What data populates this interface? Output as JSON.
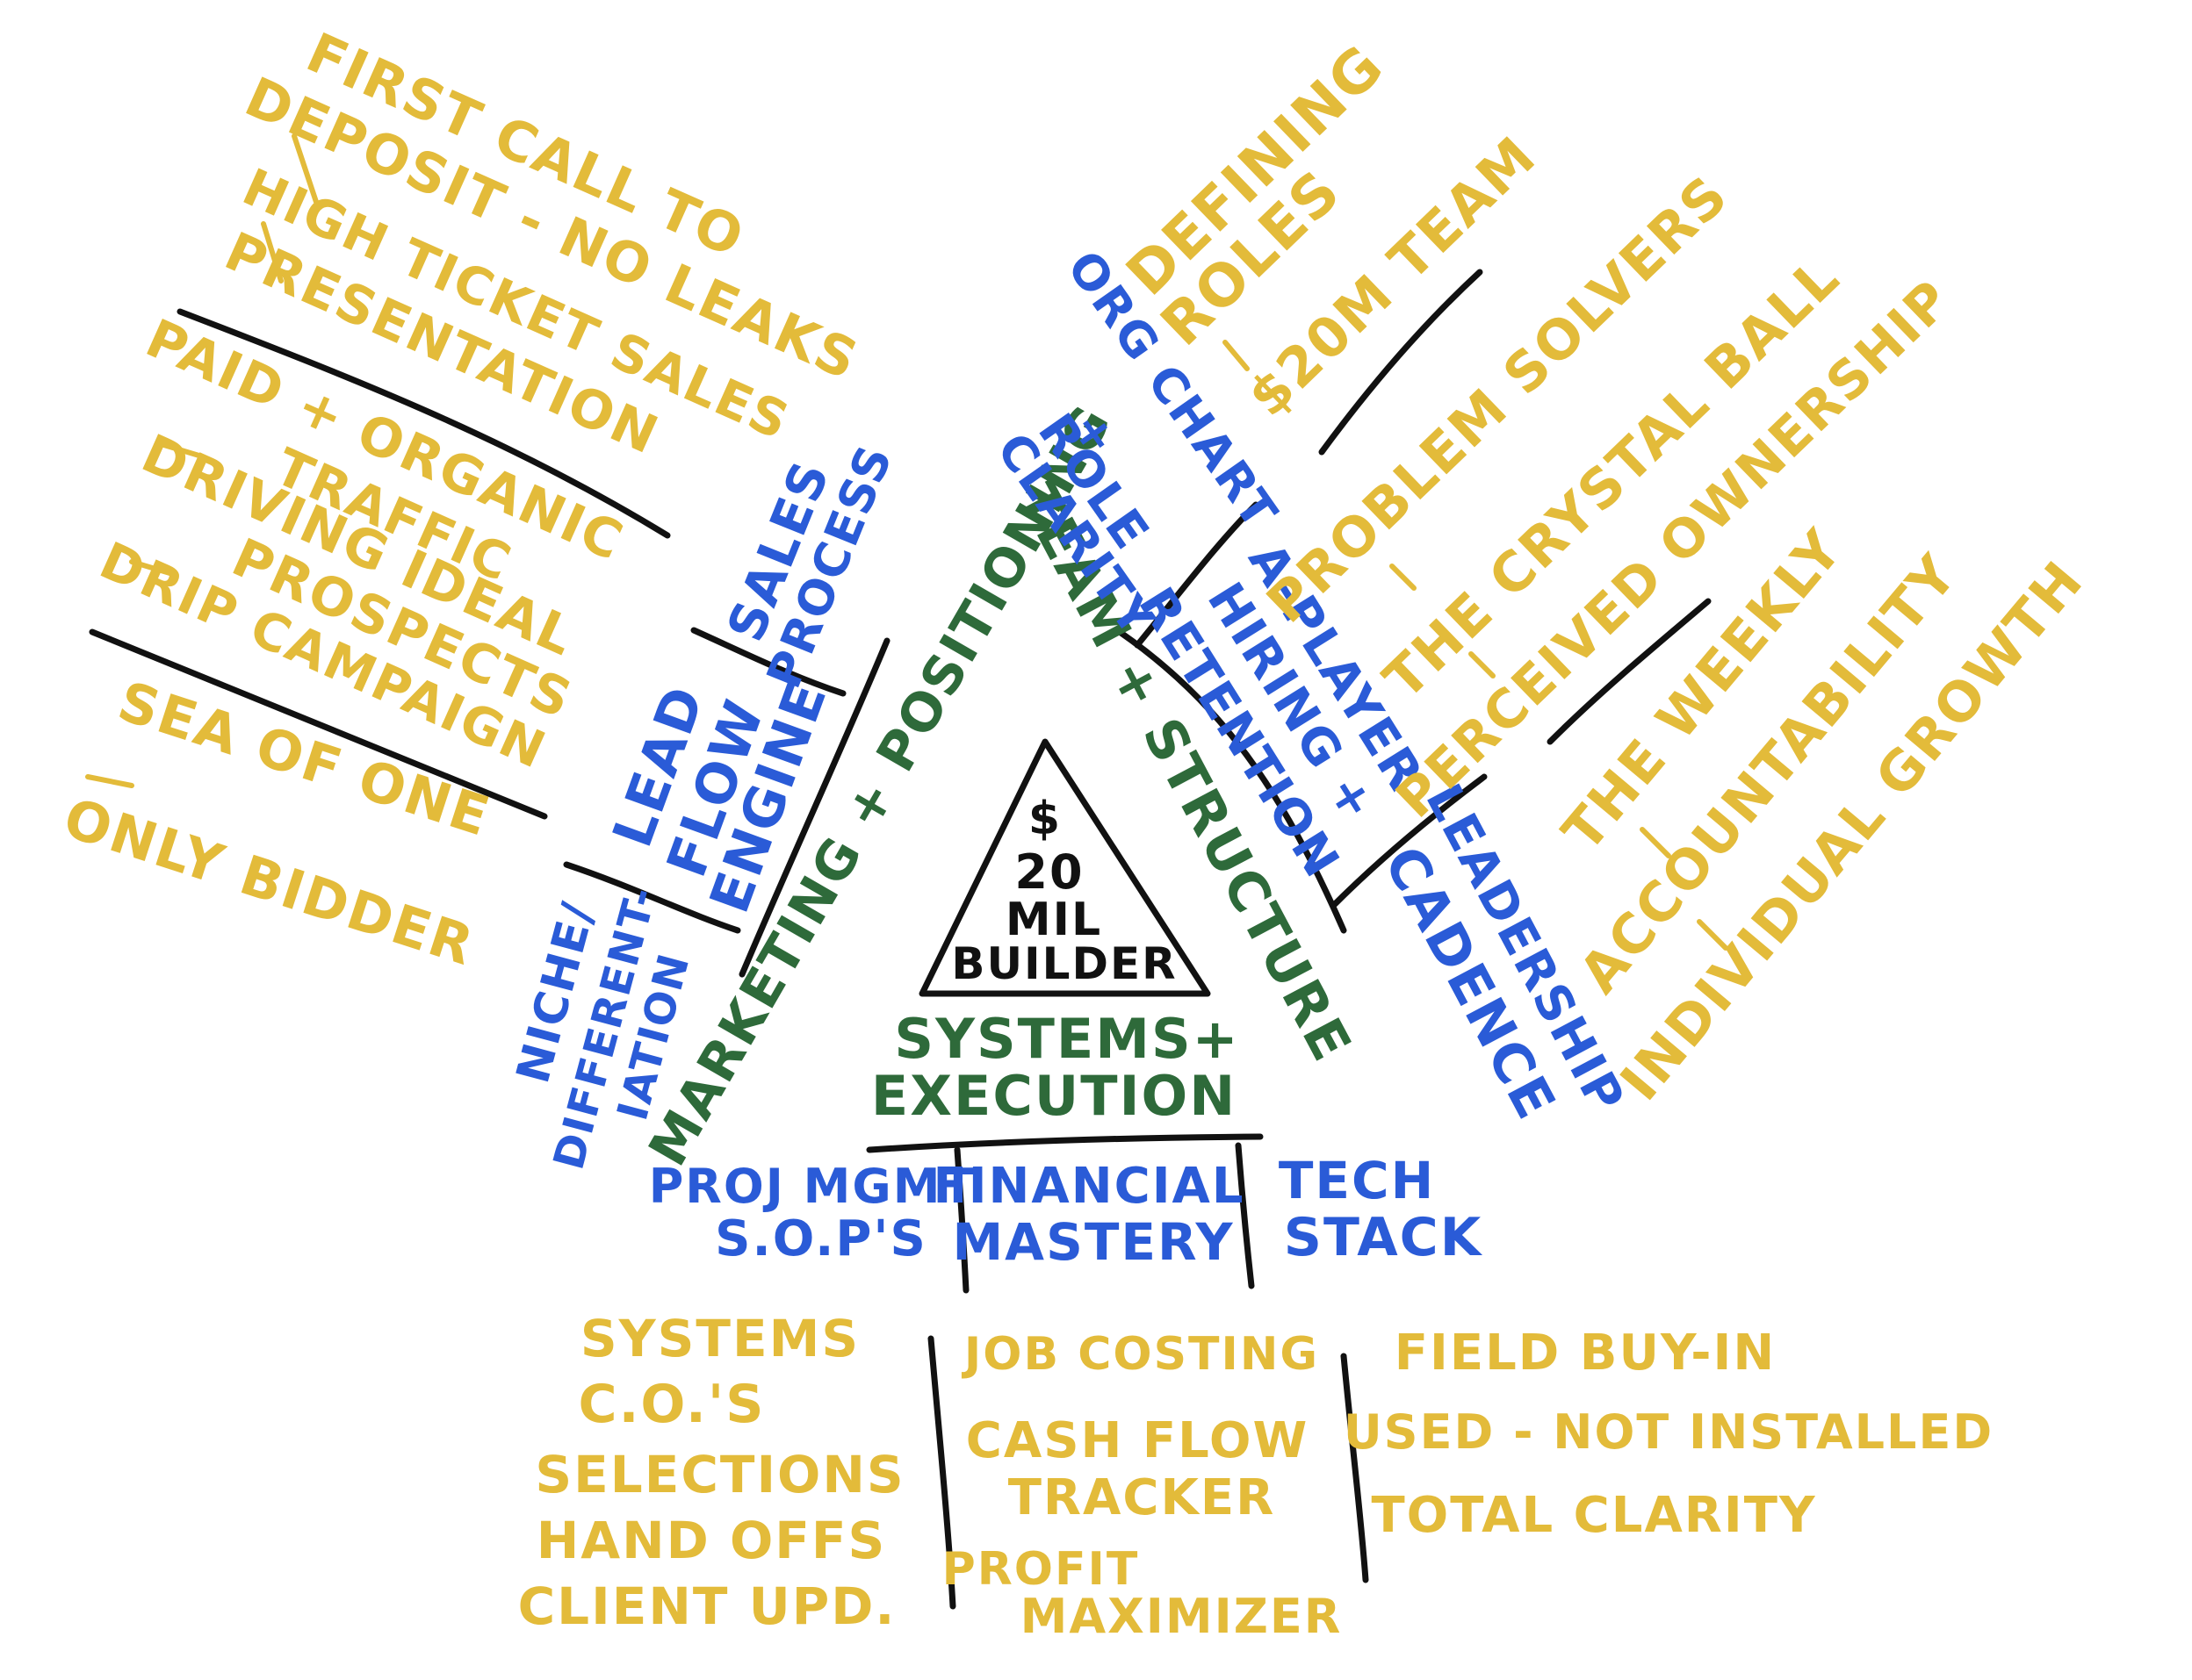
{
  "colors": {
    "detail": "#E3BB3A",
    "component": "#2A5BD7",
    "pillar": "#2E6A3A",
    "core": "#111111"
  },
  "core": {
    "symbol": "$",
    "line1": "20",
    "line2": "MIL",
    "line3": "BUILDER"
  },
  "pillars": {
    "marketing": "MARKETING + POSITIONING",
    "team": "TEAM + STRUCTURE",
    "systems_line1": "SYSTEMS+",
    "systems_line2": "EXECUTION"
  },
  "components": {
    "sales_process_1": "SALES",
    "sales_process_2": "PROCESS",
    "lead_flow_1": "LEAD",
    "lead_flow_2": "FLOW",
    "lead_flow_3": "ENGINE",
    "niche_1": "NICHE/",
    "niche_2": "DIFFERENT-",
    "niche_3": "IATION",
    "org_chart_1": "ORG CHART",
    "org_chart_2": "+",
    "org_chart_3": "ROLE",
    "org_chart_4": "CLARITY",
    "a_player_1": "A-PLAYER",
    "a_player_2": "HIRING +",
    "a_player_3": "RETENTION",
    "leadership_1": "LEADERSHIP",
    "leadership_2": "CADENCE",
    "proj_mgmt_1": "PROJ MGMT",
    "proj_mgmt_2": "S.O.P'S",
    "financial_1": "FINANCIAL",
    "financial_2": "MASTERY",
    "tech_1": "TECH",
    "tech_2": "STACK"
  },
  "details": {
    "sales": [
      "FIRST CALL TO",
      "DEPOSIT - NO LEAKS",
      "HIGH TICKET SALES",
      "PRESENTATION"
    ],
    "lead": [
      "PAID + ORGANIC",
      "TRAFFIC",
      "DRIVING IDEAL",
      "PROSPECTS",
      "DRIP CAMPAIGN"
    ],
    "niche": [
      "SEA OF ONE",
      "ONLY BIDDER"
    ],
    "org": [
      "DEFINING",
      "ROLES",
      "$20M TEAM"
    ],
    "aplayer": [
      "PROBLEM SOLVERS",
      "THE CRYSTAL BALL",
      "PERCEIVED OWNERSHIP"
    ],
    "leadership": [
      "THE WEEKLY",
      "ACCOUNTABILITY",
      "INDIVIDUAL GROWTH"
    ],
    "projmgmt": [
      "SYSTEMS",
      "C.O.'S",
      "SELECTIONS",
      "HAND OFFS",
      "CLIENT UPD."
    ],
    "financial": [
      "JOB COSTING",
      "CASH FLOW",
      "TRACKER",
      "PROFIT",
      "MAXIMIZER"
    ],
    "tech": [
      "FIELD BUY-IN",
      "USED - NOT INSTALLED",
      "TOTAL CLARITY"
    ]
  }
}
